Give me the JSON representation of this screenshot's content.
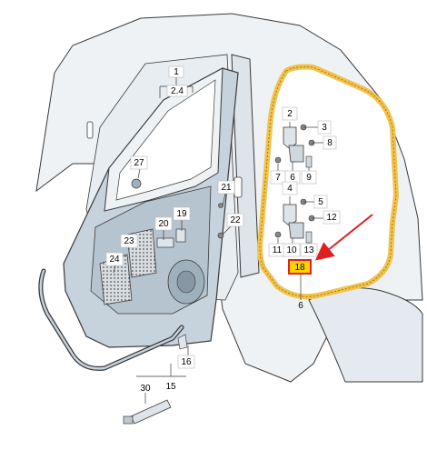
{
  "diagram": {
    "labels": {
      "l1": "1",
      "l24": "2.4",
      "l2": "2",
      "l3": "3",
      "l4": "4",
      "l5": "5",
      "l6a": "6",
      "l6b": "6",
      "l7": "7",
      "l8": "8",
      "l9": "9",
      "l10": "10",
      "l11": "11",
      "l12": "12",
      "l13": "13",
      "l15": "15",
      "l16": "16",
      "l18": "18",
      "l19": "19",
      "l20": "20",
      "l21": "21",
      "l22": "22",
      "l23": "23",
      "l24p": "24",
      "l27": "27",
      "l30": "30"
    },
    "highlighted_part": "18",
    "colors": {
      "line": "#3a3a3a",
      "light_fill": "#dfe6ec",
      "door_fill": "#c6d2dc",
      "seal": "#f2c24a",
      "highlight_box": "#ffd200",
      "arrow": "#e02020"
    }
  }
}
